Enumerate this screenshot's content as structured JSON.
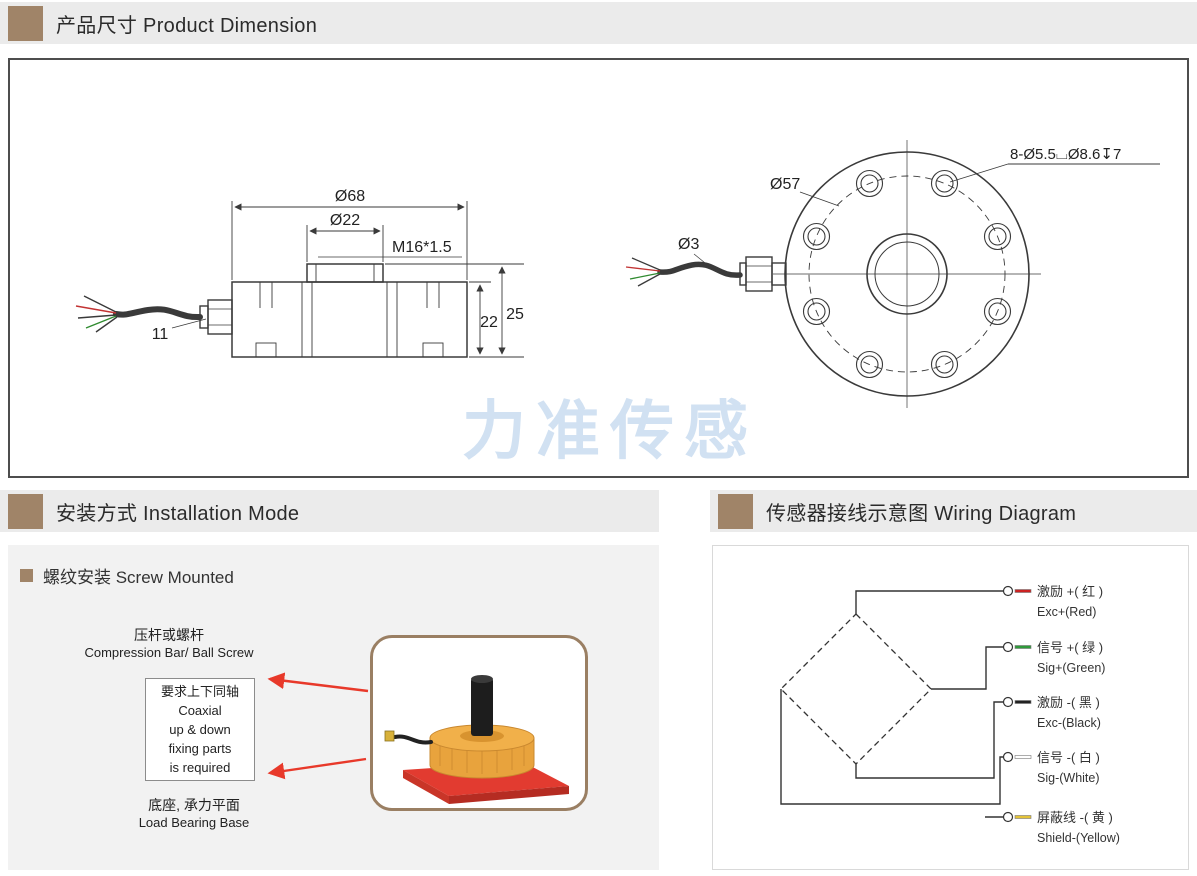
{
  "colors": {
    "accent": "#a08468",
    "header_bg": "#ebebeb",
    "panel_bg": "#f2f2f2",
    "drawing_line": "#3a3a3a",
    "watermark_blue": "#c9dcf0",
    "arrow_red": "#e8392a",
    "base_red": "#e23b30",
    "cell_gold": "#e8a33d"
  },
  "product_dimension": {
    "title": "产品尺寸 Product Dimension",
    "watermark": "力准传感",
    "side_view": {
      "dia_outer": "Ø68",
      "dia_boss": "Ø22",
      "thread": "M16*1.5",
      "height_body": "22",
      "height_total": "25",
      "connector_len": "11"
    },
    "front_view": {
      "bolt_circle_dia": "Ø57",
      "cable_dia": "Ø3",
      "bolt_holes_note": "8-Ø5.5⌴Ø8.6↧7"
    }
  },
  "installation": {
    "title": "安装方式 Installation Mode",
    "subtitle": "螺纹安装 Screw Mounted",
    "top_label_cn": "压杆或螺杆",
    "top_label_en": "Compression Bar/ Ball Screw",
    "note": [
      "要求上下同轴",
      "Coaxial",
      "up & down",
      "fixing parts",
      "is required"
    ],
    "bottom_label_cn": "底座, 承力平面",
    "bottom_label_en": "Load Bearing Base"
  },
  "wiring": {
    "title": "传感器接线示意图  Wiring Diagram",
    "terminals": [
      {
        "cn": "激励 +( 红 )",
        "en": "Exc+(Red)",
        "color": "#cc2222"
      },
      {
        "cn": "信号 +( 绿 )",
        "en": "Sig+(Green)",
        "color": "#2f9a3a"
      },
      {
        "cn": "激励 -( 黑 )",
        "en": "Exc-(Black)",
        "color": "#222222"
      },
      {
        "cn": "信号 -( 白 )",
        "en": "Sig-(White)",
        "color": "#ffffff"
      },
      {
        "cn": "屏蔽线 -( 黄 )",
        "en": "Shield-(Yellow)",
        "color": "#e4c338"
      }
    ]
  }
}
